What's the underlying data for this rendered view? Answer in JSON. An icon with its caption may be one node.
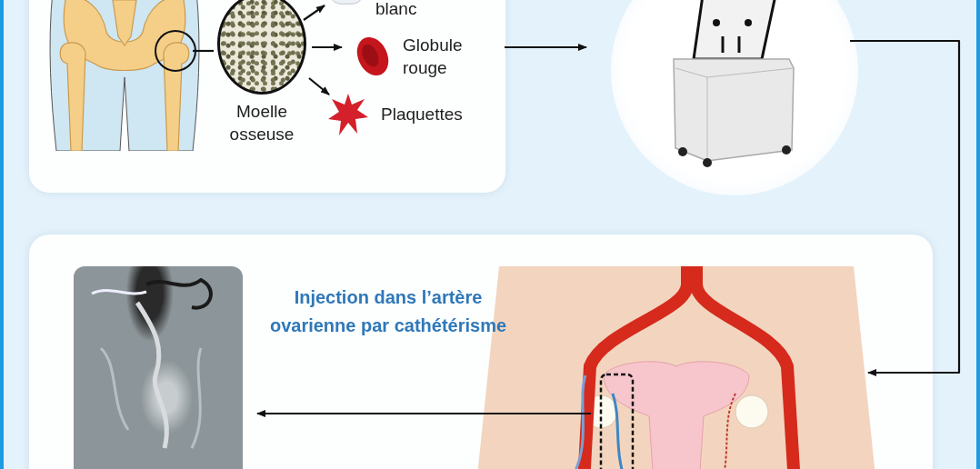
{
  "diagram": {
    "nodes": [
      {
        "text": [],
        "shape": "box"
      },
      {
        "text": [],
        "shape": "picture",
        "in": 0
      },
      {
        "text": [],
        "shape": "circle",
        "in": 1
      },
      {
        "text": [
          "Moelle osseuse"
        ],
        "in": 0
      },
      {
        "text": [
          "blanc"
        ],
        "in": 0
      },
      {
        "text": [
          "Globule rouge"
        ],
        "in": 0
      },
      {
        "text": [
          "Plaquettes"
        ],
        "in": 0
      },
      {
        "text": [],
        "shape": "picture"
      },
      {
        "text": [],
        "shape": "box"
      },
      {
        "text": [],
        "shape": "picture",
        "in": 8
      },
      {
        "text": [],
        "shape": "picture",
        "in": 8
      }
    ],
    "edges": [
      {
        "from": 2,
        "to": 3,
        "arrow": "none"
      },
      {
        "from": 3,
        "to": 4,
        "arrow": "to"
      },
      {
        "from": 3,
        "to": 5,
        "arrow": "to"
      },
      {
        "from": 3,
        "to": 6,
        "arrow": "to"
      },
      {
        "from": 0,
        "to": 7,
        "arrow": "to"
      },
      {
        "from": 7,
        "to": 10,
        "arrow": "to"
      },
      {
        "from": 10,
        "to": 9,
        "arrow": "to"
      }
    ],
    "labels": [
      "Injection dans l’artère ovarienne par cathétérisme"
    ]
  }
}
